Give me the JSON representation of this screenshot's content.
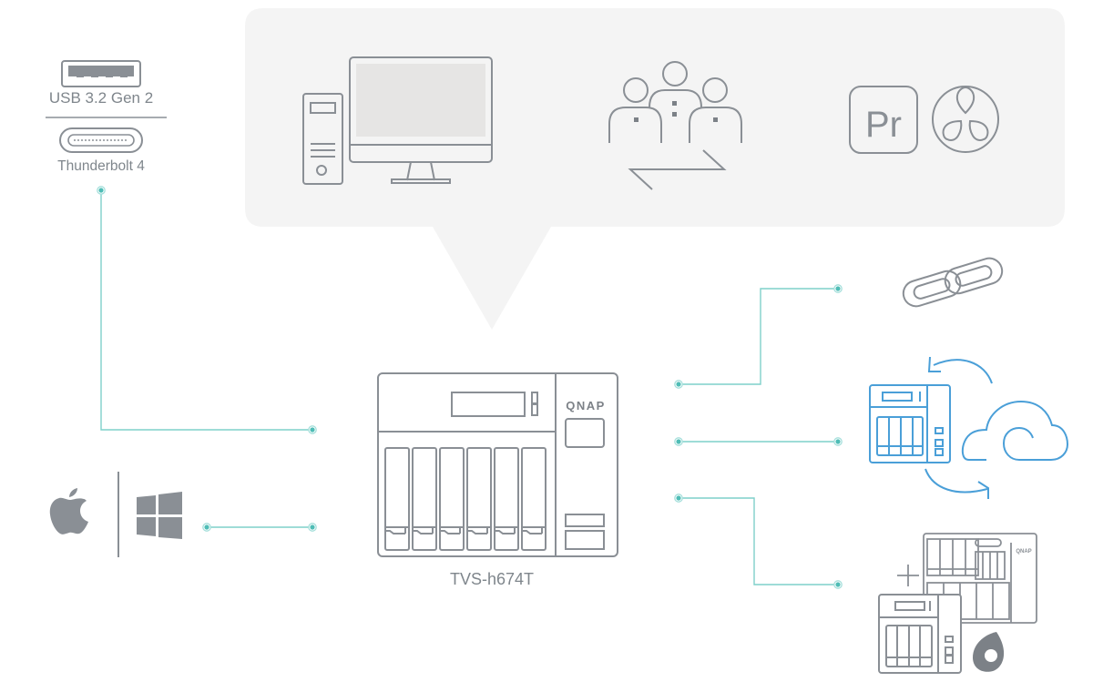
{
  "diagram": {
    "title": "TVS-h674T connectivity overview",
    "colors": {
      "icon_gray": "#8a8f95",
      "connector_teal": "#6ccac4",
      "connector_dot": "#4fbdb6",
      "bubble_bg": "#f4f4f4",
      "screen_fill": "#e6e5e4",
      "cloud_blue": "#4a9fd8"
    },
    "ports": {
      "usb_label": "USB 3.2 Gen 2",
      "thunderbolt_label": "Thunderbolt 4",
      "usb_icon": "usb-a-port-icon",
      "thunderbolt_icon": "usb-c-port-icon"
    },
    "client_os": {
      "icons": [
        "apple-logo-icon",
        "windows-logo-icon"
      ]
    },
    "clients_bubble": {
      "icons": [
        "desktop-computer-icon",
        "team-collaboration-icon",
        "adobe-premiere-pro-icon",
        "davinci-resolve-icon"
      ],
      "premiere_text": "Pr"
    },
    "nas": {
      "model_label": "TVS-h674T",
      "brand_text": "QNAP",
      "drive_bays": 6
    },
    "features": [
      {
        "name": "link-aggregation",
        "icon": "chain-link-icon"
      },
      {
        "name": "cloud-backup-sync",
        "icon": "nas-cloud-sync-icon"
      },
      {
        "name": "expansion-storage",
        "icon": "nas-expansion-icon"
      }
    ],
    "expansion_nas_brand": "QNAP"
  }
}
